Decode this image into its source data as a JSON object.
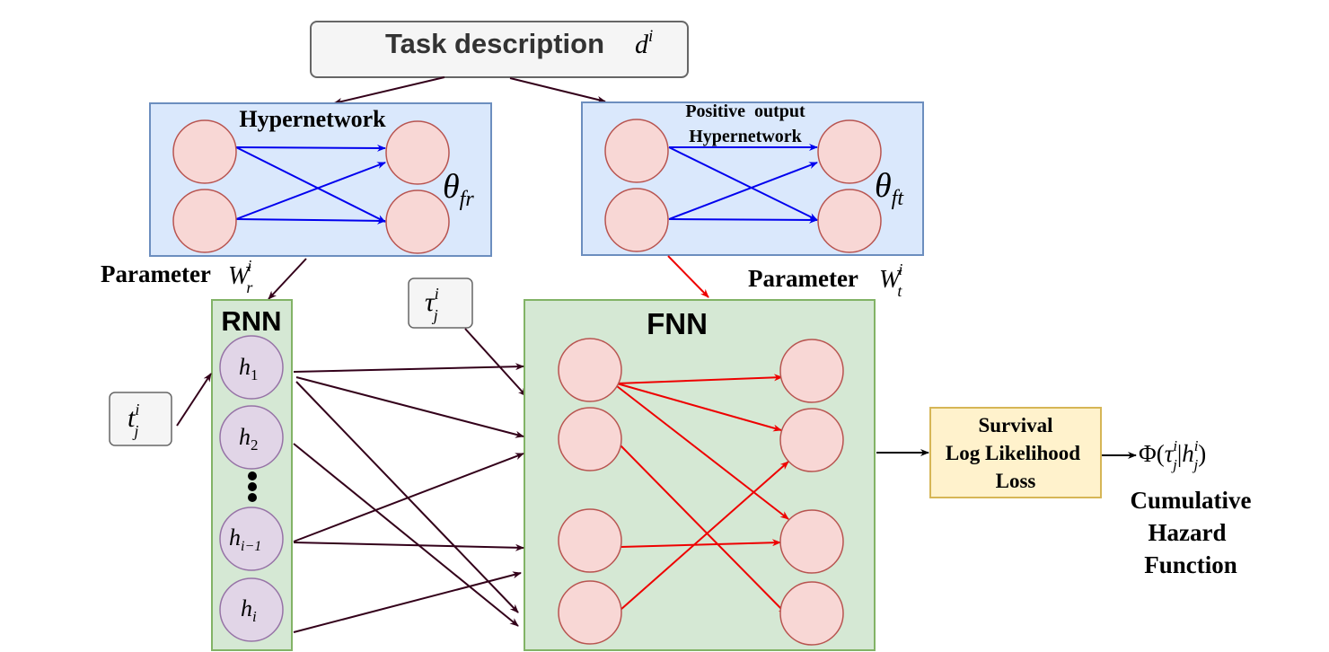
{
  "colors": {
    "hyper_fill": "#dae8fc",
    "hyper_stroke": "#6c8ebf",
    "green_fill": "#d5e8d4",
    "green_stroke": "#82b366",
    "node_fill": "#f8d7d5",
    "node_stroke": "#b85450",
    "rnn_node_fill": "#e1d5e7",
    "rnn_node_stroke": "#9673a6",
    "loss_fill": "#fff2cc",
    "loss_stroke": "#d6b656",
    "blue_arrow": "#0000ee",
    "red_arrow": "#ee0000",
    "dark_arrow": "#33001a",
    "grey_box_fill": "#f5f5f5",
    "grey_box_stroke": "#666666"
  },
  "task": {
    "label": "Task description",
    "symbol": "d",
    "sup": "i"
  },
  "hyper_left": {
    "title": "Hypernetwork",
    "theta": "θ",
    "theta_sub": "fr"
  },
  "hyper_right": {
    "title_line1": "Positive  output",
    "title_line2": "Hypernetwork",
    "theta": "θ",
    "theta_sub": "ft"
  },
  "param_r": {
    "label": "Parameter",
    "symbol": "W",
    "sup": "i",
    "sub": "r"
  },
  "param_t": {
    "label": "Parameter",
    "symbol": "W",
    "sup": "i",
    "sub": "t"
  },
  "rnn": {
    "title": "RNN",
    "nodes": [
      {
        "base": "h",
        "sub": "1"
      },
      {
        "base": "h",
        "sub": "2"
      },
      {
        "base": "h",
        "sub": "i−1"
      },
      {
        "base": "h",
        "sub": "i"
      }
    ]
  },
  "t_input": {
    "symbol": "t",
    "sup": "i",
    "sub": "j"
  },
  "tau_input": {
    "symbol": "τ",
    "sup": "i",
    "sub": "j"
  },
  "fnn": {
    "title": "FNN"
  },
  "loss": {
    "line1": "Survival",
    "line2": "Log Likelihood",
    "line3": "Loss"
  },
  "output": {
    "phi": "Φ(",
    "tau": "τ",
    "tau_sup": "i",
    "tau_sub": "j",
    "bar": "|",
    "h": "h",
    "h_sup": "i",
    "h_sub": "j",
    "close": ")",
    "caption_line1": "Cumulative",
    "caption_line2": "Hazard",
    "caption_line3": "Function"
  }
}
